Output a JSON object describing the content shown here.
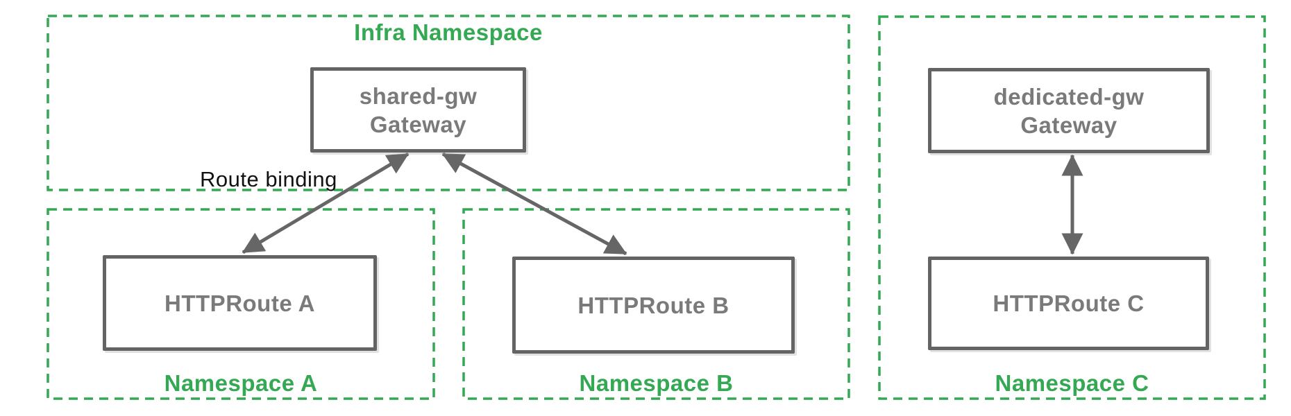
{
  "colors": {
    "namespace_green": "#34a853",
    "box_border_gray": "#646464",
    "box_text_gray": "#7a7a7a",
    "arrow_gray": "#666666",
    "annotation_black": "#111111"
  },
  "infra_namespace": {
    "label": "Infra Namespace",
    "gateway": {
      "name": "shared-gw",
      "kind": "Gateway"
    }
  },
  "namespace_a": {
    "label": "Namespace A",
    "route": "HTTPRoute A"
  },
  "namespace_b": {
    "label": "Namespace B",
    "route": "HTTPRoute B"
  },
  "namespace_c": {
    "label": "Namespace C",
    "gateway": {
      "name": "dedicated-gw",
      "kind": "Gateway"
    },
    "route": "HTTPRoute C"
  },
  "annotations": {
    "route_binding": "Route binding"
  }
}
